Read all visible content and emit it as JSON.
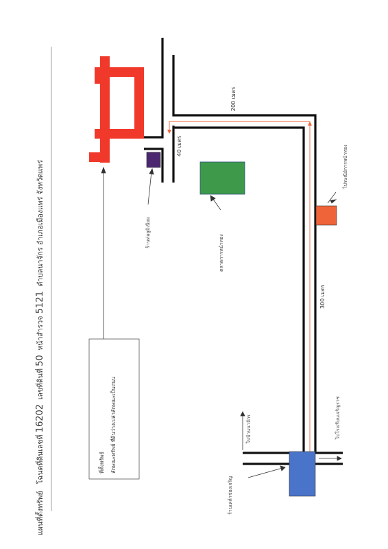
{
  "title": {
    "part1": "แผนที่ตั้งทรัพย์",
    "part2": "โฉนดที่ดินเลขที่",
    "deed_no": "16202",
    "part3": "เลขที่ดินที่",
    "land_no": "50",
    "part4": "หน้าสำรวจ",
    "survey_no": "5121",
    "part5": "ตำบลนาจักร  อำเภอเมืองแพร่  จังหวัดแพร่"
  },
  "property_box": {
    "heading": "ที่ตั้งทรัพย์",
    "description": "ลักษณะทรัพย์  ที่ดินว่างเปล่าลักษณะเป็นถนน"
  },
  "landmarks": {
    "purple": {
      "label": "ร้านท่อลูมิเนียม",
      "color": "#4b2770"
    },
    "green": {
      "label": "ตลาดการหน้าทอง",
      "color": "#3e9a4a"
    },
    "orange": {
      "label": "ไปรษณีย์การหน้าทอง",
      "color": "#f0643a"
    },
    "blue": {
      "label": "ร้านเหล้าช่องเจริญ",
      "color": "#4a74c9"
    }
  },
  "distances": {
    "d200": "200 เมตร",
    "d40": "40 เมตร",
    "d300": "300 เมตร"
  },
  "directions": {
    "to_left": "ไปบ้านนาจักร",
    "to_right": "ไปโรงเรียนเจริญราช"
  },
  "colors": {
    "road": "#111111",
    "route": "#f0643a",
    "property": "#f0392b"
  }
}
